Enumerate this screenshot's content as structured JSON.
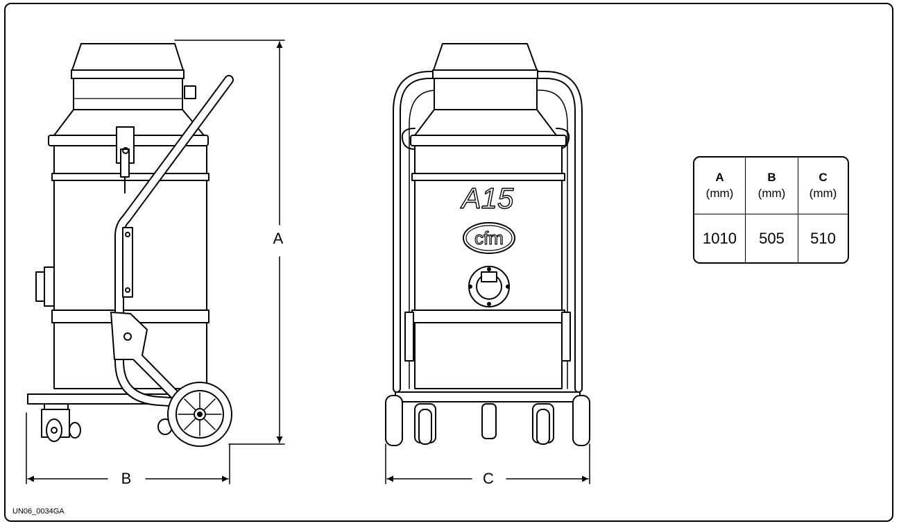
{
  "dimension_labels": {
    "height": "A",
    "side_width": "B",
    "front_width": "C"
  },
  "model_badge": "A15",
  "brand_badge": "cfm",
  "spec_table": {
    "headers": [
      {
        "letter": "A",
        "unit": "(mm)"
      },
      {
        "letter": "B",
        "unit": "(mm)"
      },
      {
        "letter": "C",
        "unit": "(mm)"
      }
    ],
    "values": [
      "1010",
      "505",
      "510"
    ]
  },
  "figure_code": "UN06_0034GA"
}
